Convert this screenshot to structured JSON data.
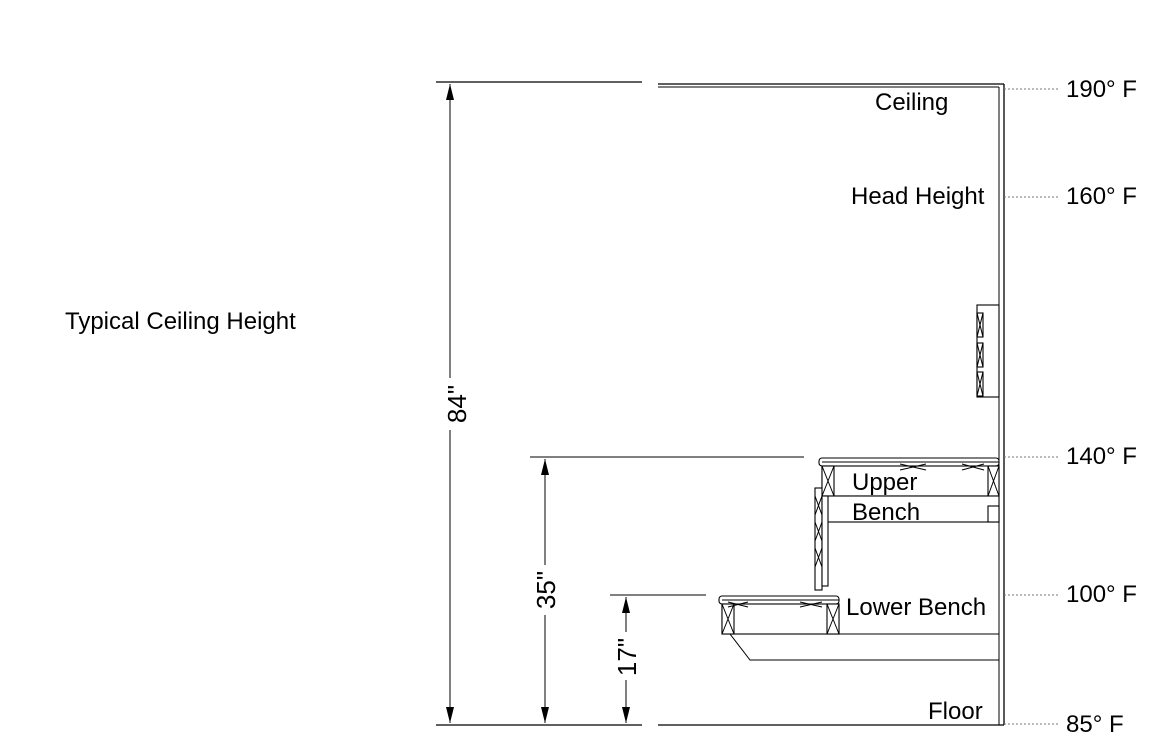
{
  "labels": {
    "typical": "Typical Ceiling Height",
    "ceiling": "Ceiling",
    "head_height": "Head Height",
    "upper_bench_line1": "Upper",
    "upper_bench_line2": "Bench",
    "lower_bench": "Lower Bench",
    "floor": "Floor"
  },
  "temperatures": {
    "ceiling": "190° F",
    "head": "160° F",
    "upper": "140° F",
    "lower": "100° F",
    "floor": "85° F"
  },
  "dimensions": {
    "total": "84\"",
    "upper": "35\"",
    "lower": "17\""
  }
}
